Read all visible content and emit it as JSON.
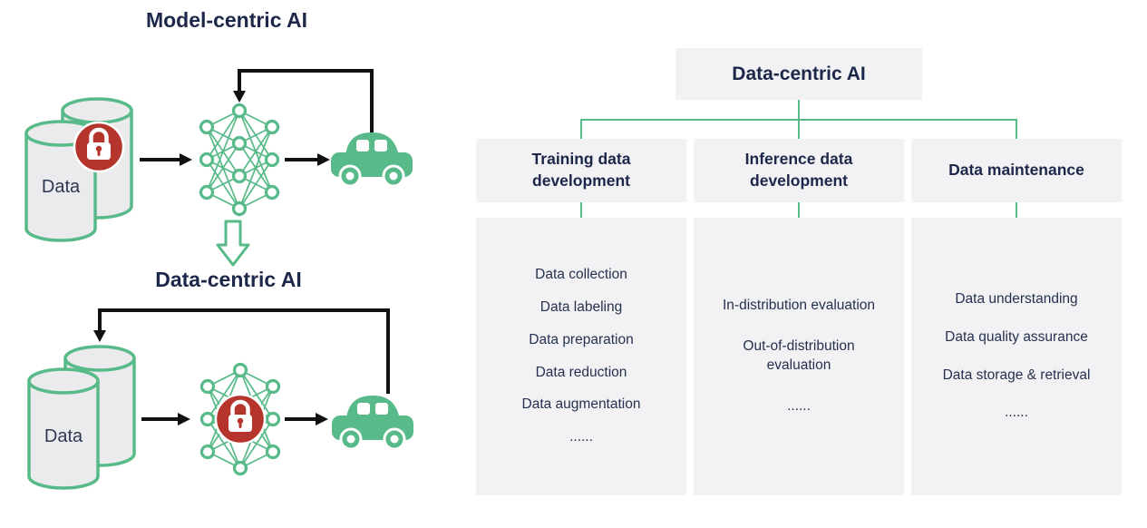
{
  "colors": {
    "green": "#57ba88",
    "dark": "#1c2749",
    "red": "#b5342c",
    "black": "#111111",
    "box_bg": "#f2f2f4",
    "text": "#263150"
  },
  "left": {
    "model_centric_title": "Model-centric AI",
    "data_centric_title": "Data-centric AI",
    "top_data_label": "Data",
    "bottom_data_label": "Data"
  },
  "right": {
    "root_label": "Data-centric AI",
    "columns": [
      {
        "header": "Training data development",
        "items": [
          "Data collection",
          "Data labeling",
          "Data preparation",
          "Data reduction",
          "Data augmentation",
          "......"
        ]
      },
      {
        "header": "Inference data development",
        "items": [
          "In-distribution evaluation",
          "Out-of-distribution evaluation",
          "......"
        ]
      },
      {
        "header": "Data maintenance",
        "items": [
          "Data understanding",
          "Data quality assurance",
          "Data storage & retrieval",
          "......"
        ]
      }
    ]
  }
}
